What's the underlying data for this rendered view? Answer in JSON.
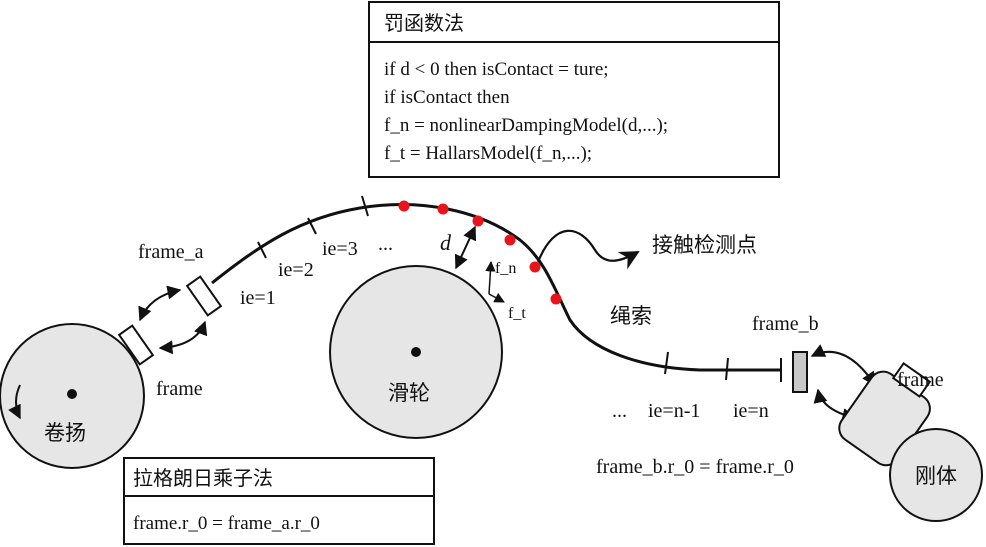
{
  "penalty_box": {
    "title": "罚函数法",
    "lines": [
      "if d < 0 then isContact = ture;",
      "if isContact then",
      "f_n = nonlinearDampingModel(d,...);",
      "f_t = HallarsModel(f_n,...);"
    ]
  },
  "lagrange_box": {
    "title": "拉格朗日乘子法",
    "lines": [
      "frame.r_0 = frame_a.r_0"
    ]
  },
  "labels": {
    "frame_a": "frame_a",
    "frame_left": "frame",
    "winch": "卷扬",
    "pulley": "滑轮",
    "rope": "绳索",
    "contact_points": "接触检测点",
    "frame_b": "frame_b",
    "frame_right": "frame",
    "rigid_body": "刚体",
    "ie1": "ie=1",
    "ie2": "ie=2",
    "ie3": "ie=3",
    "dots_top": "...",
    "dots_bottom": "...",
    "ie_n1": "ie=n-1",
    "ie_n": "ie=n",
    "d": "d",
    "f_n": "f_n",
    "f_t": "f_t",
    "frame_b_eq": "frame_b.r_0 = frame.r_0"
  },
  "colors": {
    "circle_fill": "#e6e6e6",
    "contact_point": "#e8141a",
    "stroke": "#111111",
    "connector_fill": "#c8c8c8"
  }
}
